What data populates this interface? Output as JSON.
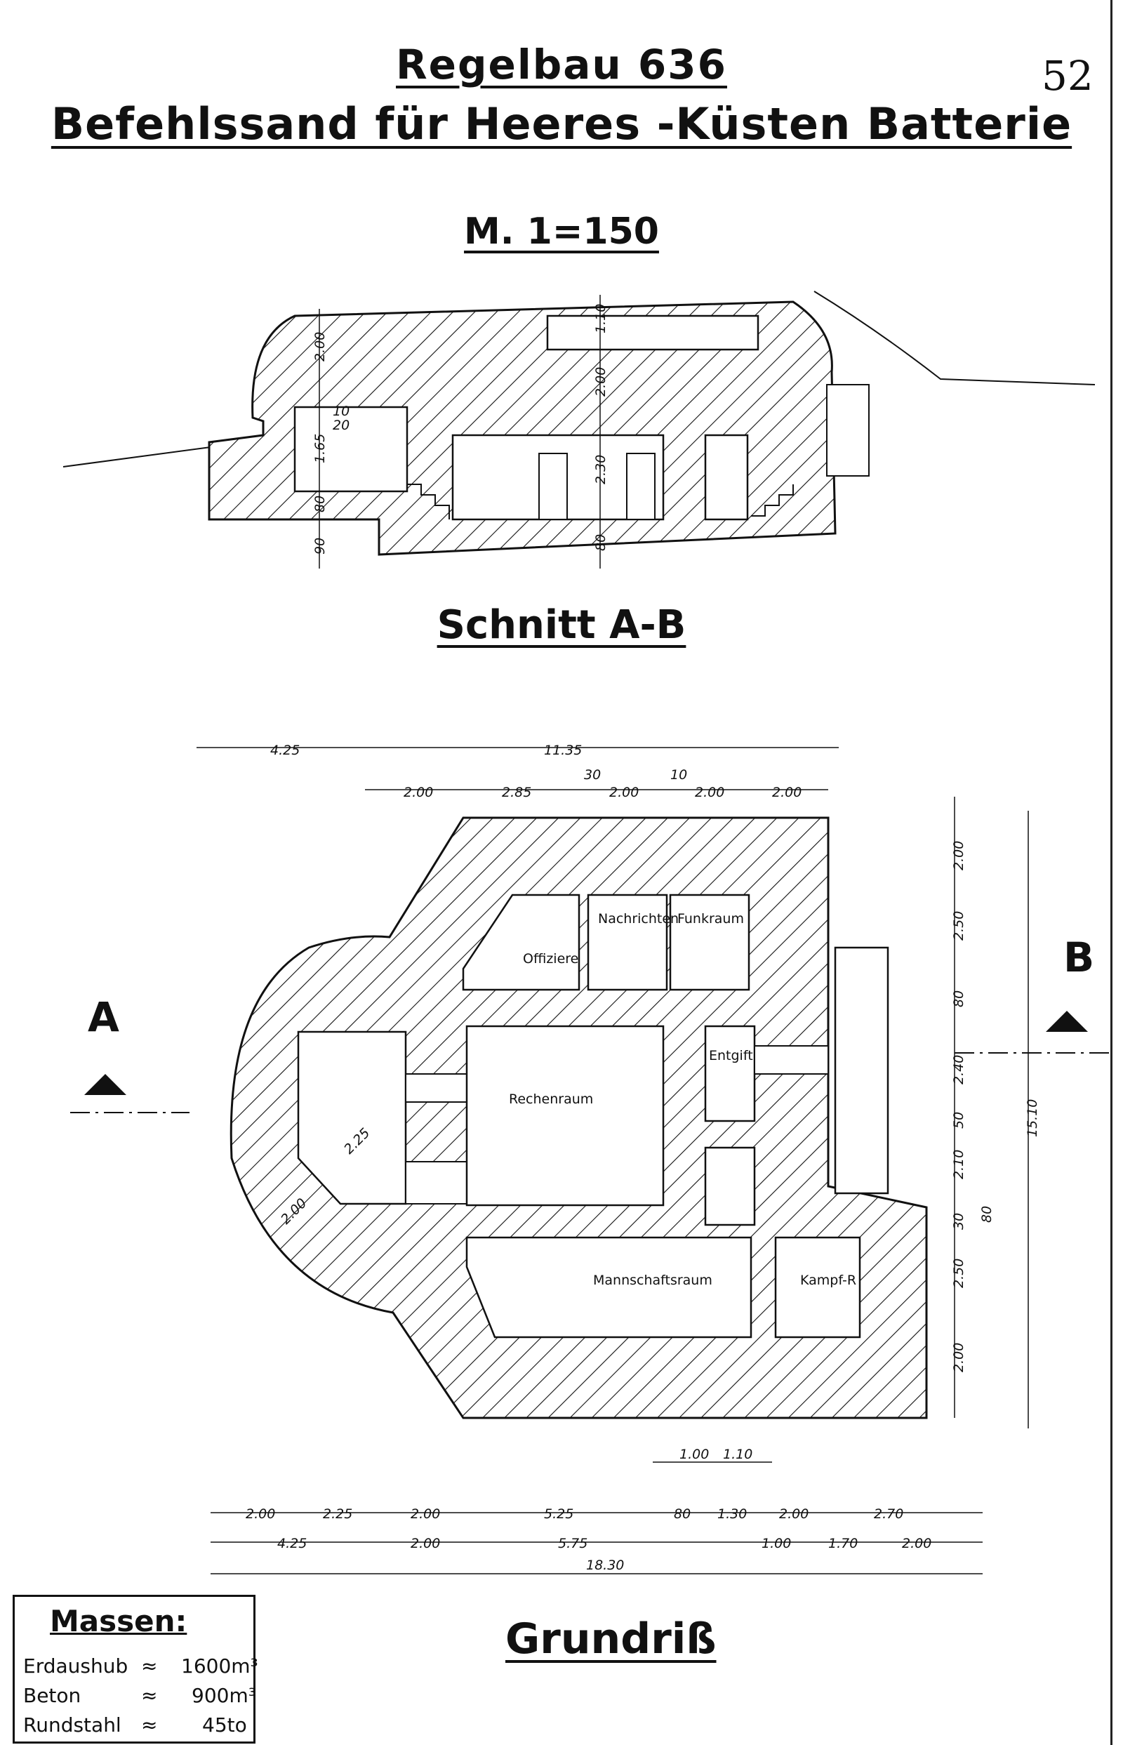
{
  "header": {
    "title_line1": "Regelbau 636",
    "title_line2": "Befehlssand für Heeres -Küsten Batterie",
    "scale": "M. 1=150",
    "page_number": "52"
  },
  "section": {
    "title": "Schnitt A-B",
    "dims": [
      "2.00",
      "1.65",
      "80",
      "90",
      "1.10",
      "2.00",
      "2.30",
      "80",
      "20",
      "10"
    ]
  },
  "plan": {
    "title": "Grundriß",
    "marker_a": "A",
    "marker_b": "B",
    "rooms": [
      "Offiziere",
      "Nachrichten",
      "Funkraum",
      "Rechenraum",
      "Entgift",
      "Mannschaftsraum",
      "Kampf-R"
    ],
    "top_dims": [
      "4.25",
      "11.35",
      "2.00",
      "2.85",
      "30",
      "2.00",
      "10",
      "2.00",
      "2.00"
    ],
    "right_dims": [
      "2.00",
      "2.50",
      "80",
      "2.40",
      "50",
      "2.10",
      "30",
      "80",
      "2.50",
      "2.00",
      "15.10"
    ],
    "interior_dims": [
      "2.25",
      "2.00"
    ],
    "bottom_dims_row0": [
      "1.00",
      "1.10"
    ],
    "bottom_dims_row1": [
      "2.00",
      "2.25",
      "2.00",
      "5.25",
      "80",
      "1.30",
      "2.00",
      "2.70"
    ],
    "bottom_dims_row2": [
      "4.25",
      "2.00",
      "5.75",
      "1.00",
      "1.70",
      "2.00"
    ],
    "bottom_total": "18.30"
  },
  "massen": {
    "title": "Massen:",
    "rows": [
      {
        "label": "Erdaushub",
        "approx": "≈",
        "value": "1600m³"
      },
      {
        "label": "Beton",
        "approx": "≈",
        "value": "900m³"
      },
      {
        "label": "Rundstahl",
        "approx": "≈",
        "value": "45to"
      }
    ]
  }
}
